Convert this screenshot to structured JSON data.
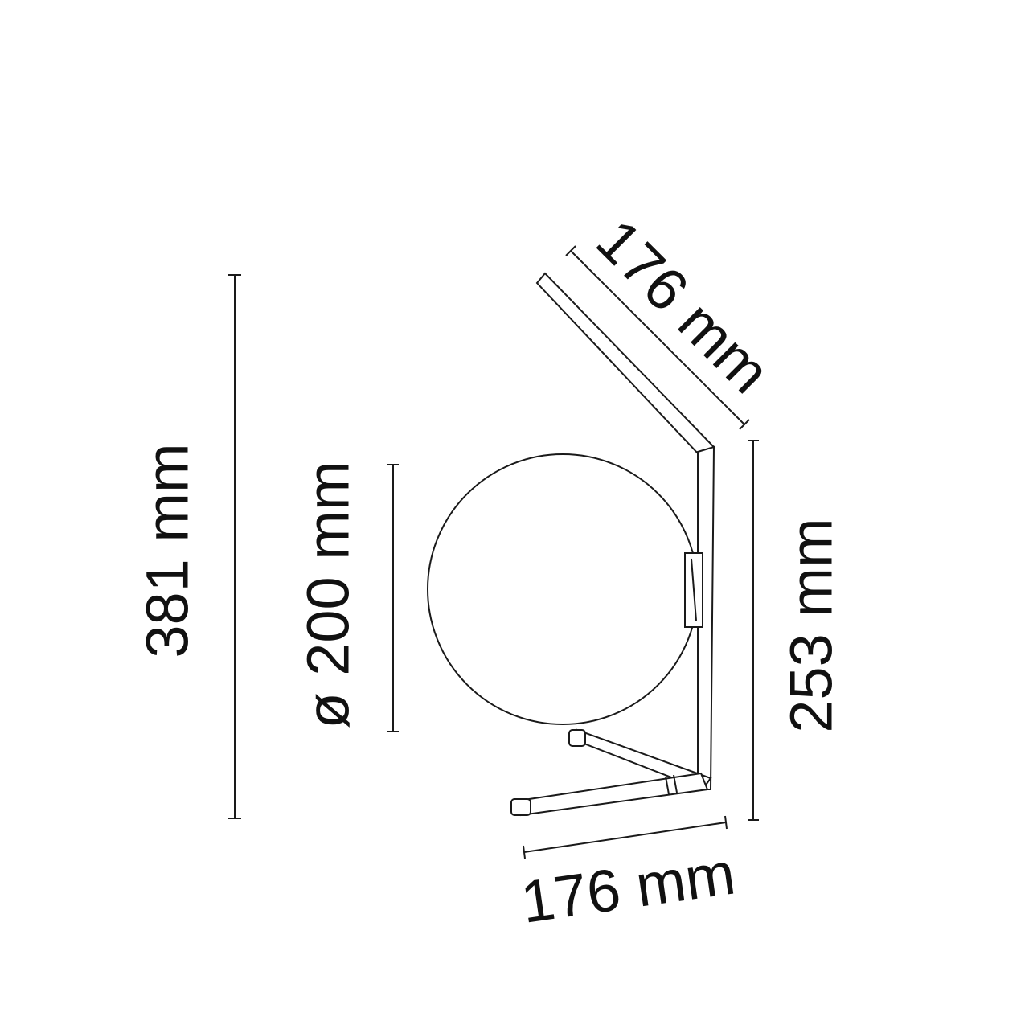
{
  "drawing": {
    "dimensions": {
      "total_height": "381 mm",
      "globe_diameter": "ø 200 mm",
      "stem_height": "253 mm",
      "base_length": "176 mm",
      "arm_length": "176 mm"
    },
    "line_color": "#1a1a1a"
  }
}
